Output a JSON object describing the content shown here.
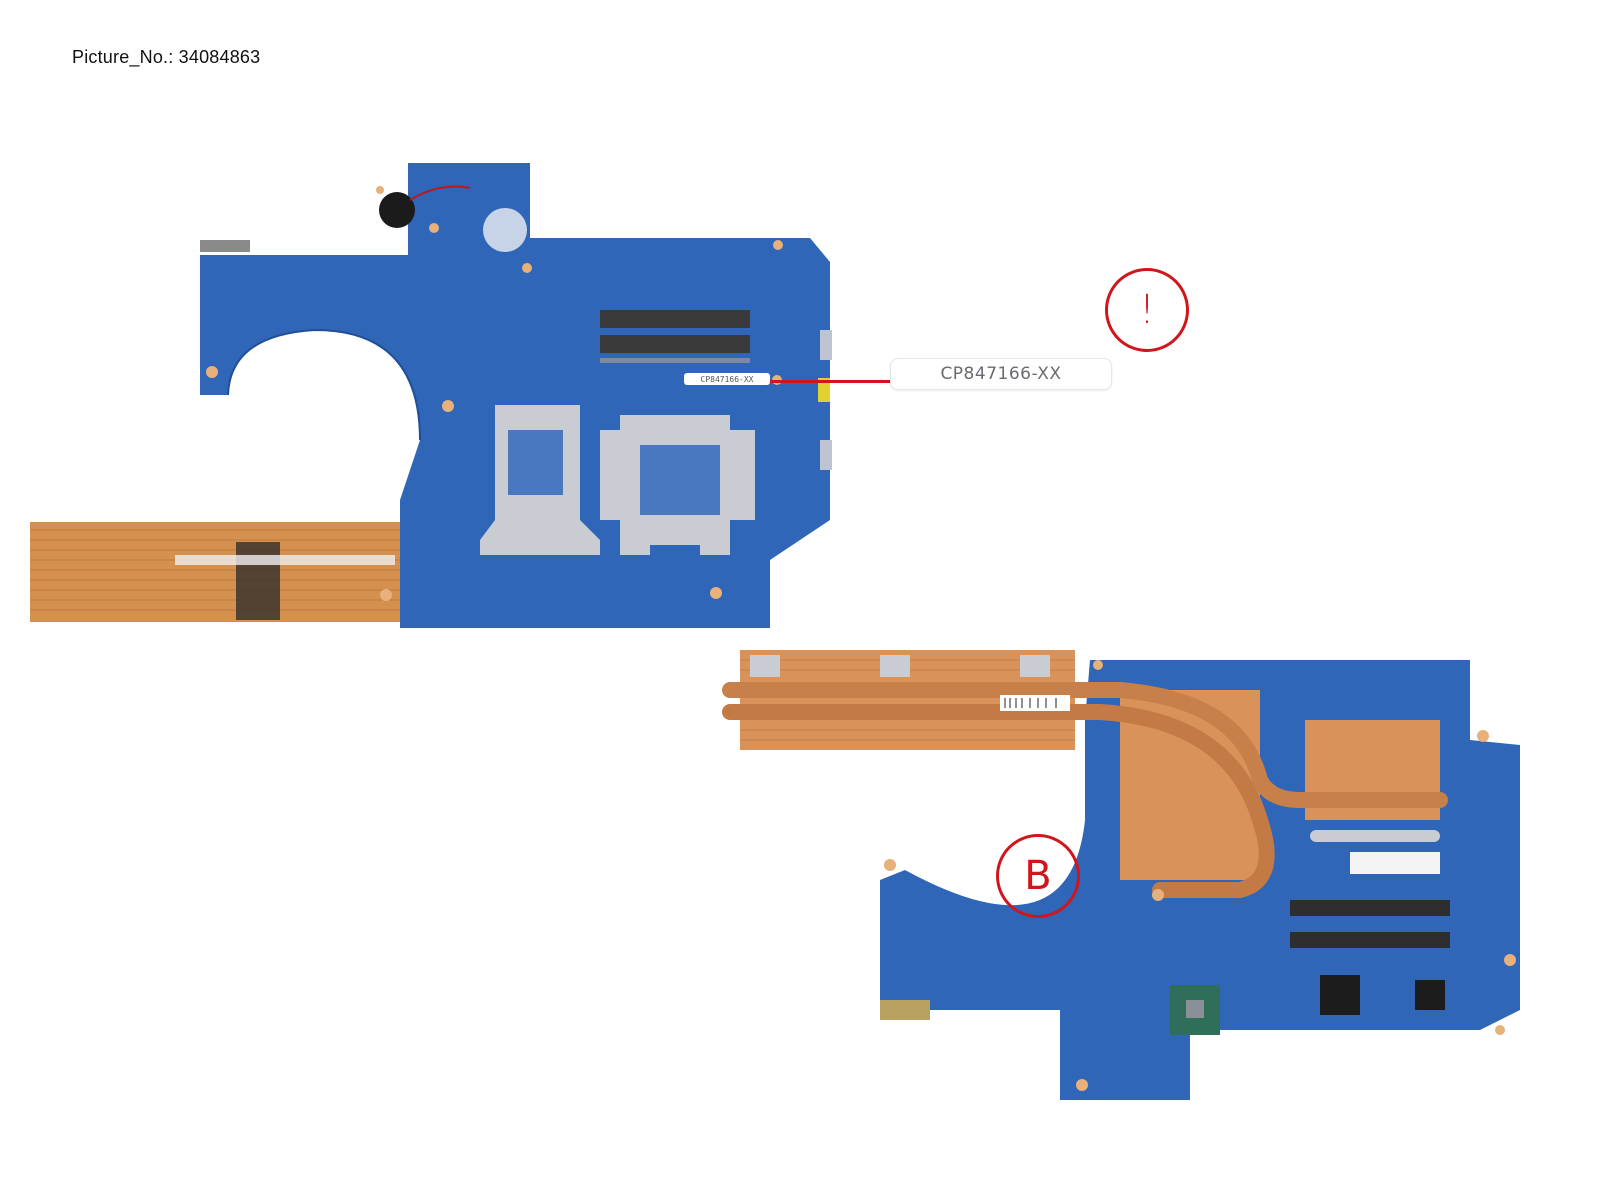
{
  "header": {
    "picture_number": "Picture_No.: 34084863"
  },
  "callouts": {
    "part_label": "CP847166-XX",
    "board_sticker": "CP847166-XX",
    "warning_symbol": "!",
    "view_marker": "B"
  },
  "colors": {
    "pcb_blue": "#2f66b8",
    "pcb_dark": "#1f4f96",
    "copper": "#d9935a",
    "callout_red": "#d0151d",
    "bracket_silver": "#c9ccd3"
  },
  "views": [
    {
      "id": "top-view",
      "description": "Motherboard top side with heatsink fins"
    },
    {
      "id": "bottom-view",
      "description": "Motherboard with copper heatpipe cooler",
      "marker": "B"
    }
  ]
}
